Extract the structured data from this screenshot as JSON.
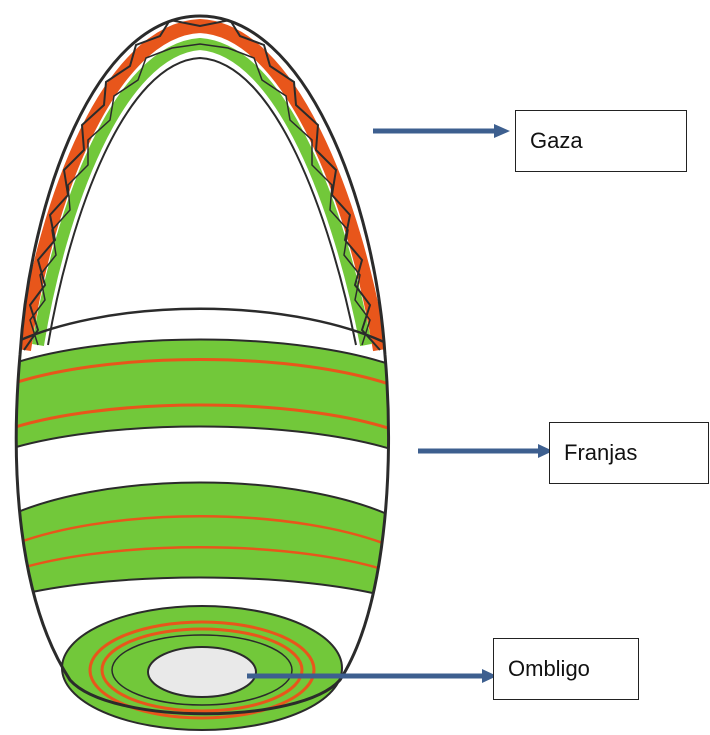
{
  "labels": {
    "gaza": "Gaza",
    "franjas": "Franjas",
    "ombligo": "Ombligo"
  },
  "colors": {
    "outline": "#2b2b2b",
    "green": "#72c83a",
    "orange": "#e8561b",
    "navel": "#e9e9e9",
    "arrow": "#3d5f8f"
  }
}
